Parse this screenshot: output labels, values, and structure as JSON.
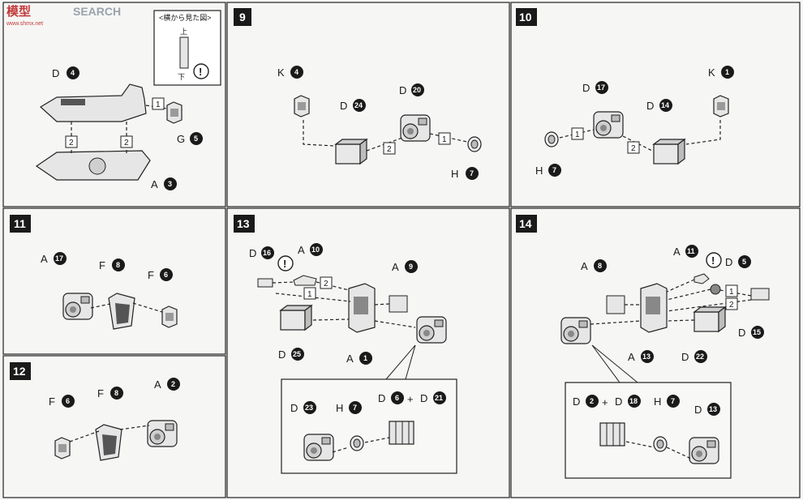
{
  "watermark": {
    "brand": "模型",
    "search": "SEARCH",
    "url": "www.shmx.net"
  },
  "note": {
    "title": "<横から見た図>",
    "top": "上",
    "bottom": "下"
  },
  "steps": {
    "s9": "9",
    "s10": "10",
    "s11": "11",
    "s12": "12",
    "s13": "13",
    "s14": "14"
  },
  "seq": {
    "one": "1",
    "two": "2"
  },
  "caution": "!",
  "plus": "+",
  "parts": {
    "p1_D4": {
      "letter": "D",
      "num": "4"
    },
    "p1_G5": {
      "letter": "G",
      "num": "5"
    },
    "p1_A3": {
      "letter": "A",
      "num": "3"
    },
    "p9_K4": {
      "letter": "K",
      "num": "4"
    },
    "p9_D24": {
      "letter": "D",
      "num": "24"
    },
    "p9_D20": {
      "letter": "D",
      "num": "20"
    },
    "p9_H7": {
      "letter": "H",
      "num": "7"
    },
    "p10_D17": {
      "letter": "D",
      "num": "17"
    },
    "p10_K1": {
      "letter": "K",
      "num": "1"
    },
    "p10_D14": {
      "letter": "D",
      "num": "14"
    },
    "p10_H7": {
      "letter": "H",
      "num": "7"
    },
    "p11_A17": {
      "letter": "A",
      "num": "17"
    },
    "p11_F8": {
      "letter": "F",
      "num": "8"
    },
    "p11_F6": {
      "letter": "F",
      "num": "6"
    },
    "p12_F6": {
      "letter": "F",
      "num": "6"
    },
    "p12_F8": {
      "letter": "F",
      "num": "8"
    },
    "p12_A2": {
      "letter": "A",
      "num": "2"
    },
    "p13_D16": {
      "letter": "D",
      "num": "16"
    },
    "p13_A10": {
      "letter": "A",
      "num": "10"
    },
    "p13_A9": {
      "letter": "A",
      "num": "9"
    },
    "p13_D25": {
      "letter": "D",
      "num": "25"
    },
    "p13_A1": {
      "letter": "A",
      "num": "1"
    },
    "p13_D23": {
      "letter": "D",
      "num": "23"
    },
    "p13_H7": {
      "letter": "H",
      "num": "7"
    },
    "p13_D6": {
      "letter": "D",
      "num": "6"
    },
    "p13_D21": {
      "letter": "D",
      "num": "21"
    },
    "p14_A8": {
      "letter": "A",
      "num": "8"
    },
    "p14_A11": {
      "letter": "A",
      "num": "11"
    },
    "p14_D5": {
      "letter": "D",
      "num": "5"
    },
    "p14_D15": {
      "letter": "D",
      "num": "15"
    },
    "p14_A13": {
      "letter": "A",
      "num": "13"
    },
    "p14_D22": {
      "letter": "D",
      "num": "22"
    },
    "p14_D2": {
      "letter": "D",
      "num": "2"
    },
    "p14_D18": {
      "letter": "D",
      "num": "18"
    },
    "p14_H7": {
      "letter": "H",
      "num": "7"
    },
    "p14_D13": {
      "letter": "D",
      "num": "13"
    }
  }
}
